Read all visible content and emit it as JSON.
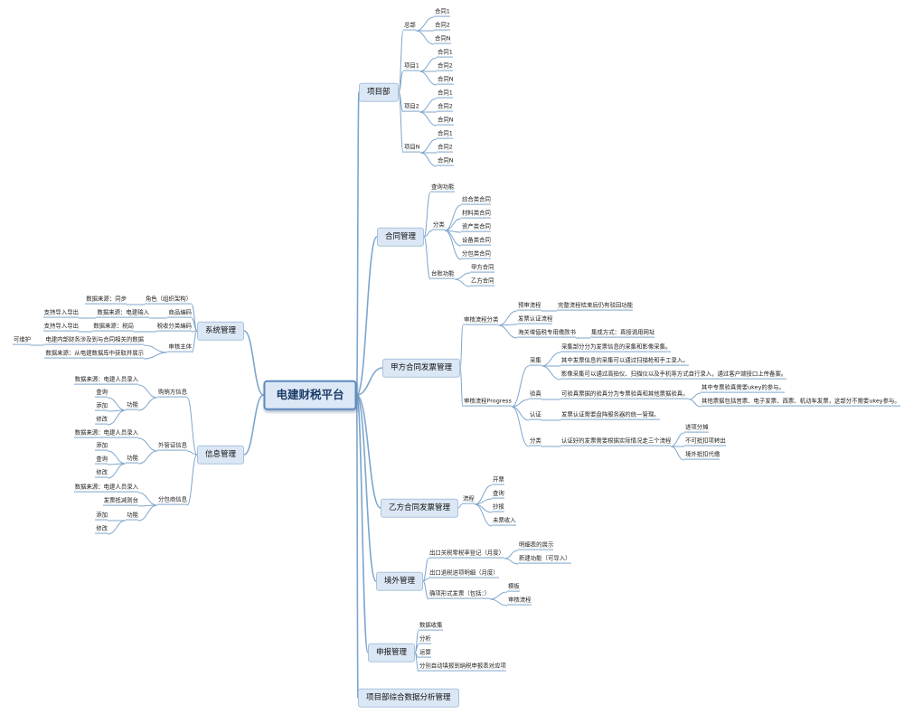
{
  "root": "电建财税平台",
  "colors": {
    "link": "#7ea6cc",
    "branch_fill": "#dbe7f4",
    "root_border": "#5f8bbf"
  },
  "branches": {
    "项目部": {
      "label": "项目部",
      "总部": "总部",
      "项目1": "项目1",
      "项目2": "项目2",
      "项目N": "项目N",
      "合同1": "合同1",
      "合同2": "合同2",
      "合同N": "合同N"
    },
    "合同管理": {
      "label": "合同管理",
      "查询功能": "查询功能",
      "分类": "分类",
      "综合类合同": "综合类合同",
      "材料类合同": "材料类合同",
      "资产类合同": "资产类合同",
      "设备类合同": "设备类合同",
      "分包类合同": "分包类合同",
      "台账功能": "台账功能",
      "甲方合同": "甲方合同",
      "乙方合同": "乙方合同"
    },
    "甲方合同发票管理": {
      "label": "甲方合同发票管理",
      "审核流程分类": "审核流程分类",
      "预审流程": "预审流程",
      "完整流程结束后仍有驳回功能": "完整流程结束后仍有驳回功能",
      "发票认证流程": "发票认证流程",
      "海关增值税专用缴款书": "海关增值税专用缴款书",
      "集成方式：直接调用网址": "集成方式：直接调用网址",
      "审核流程Progress": "审核流程Progress",
      "采集": "采集",
      "采集部分分为发票信息的采集和影像采集。": "采集部分分为发票信息的采集和影像采集。",
      "其中发票信息的采集可以通过扫描枪和手工录入。": "其中发票信息的采集可以通过扫描枪和手工录入。",
      "影像采集可以通过高拍仪、扫描仪以及手机等方式自行录入，通过客户端接口上传备案。": "影像采集可以通过高拍仪、扫描仪以及手机等方式自行录入，通过客户端接口上传备案。",
      "验真": "验真",
      "可验真票据的验真分为专票验真和其他票据验真。": "可验真票据的验真分为专票验真和其他票据验真。",
      "其中专票验真需要ukey的参与。": "其中专票验真需要ukey的参与。",
      "其他票据包括普票、电子发票、西票、机动车发票，这部分不需要ukey参与。": "其他票据包括普票、电子发票、西票、机动车发票，这部分不需要ukey参与。",
      "认证": "认证",
      "发票认证需要盘阵服务器的统一管理。": "发票认证需要盘阵服务器的统一管理。",
      "分类": "分类",
      "认证好的发票需要根据实际情况走三个流程": "认证好的发票需要根据实际情况走三个流程",
      "进项分摊": "进项分摊",
      "不可抵扣项转出": "不可抵扣项转出",
      "境外抵扣代缴": "境外抵扣代缴"
    },
    "乙方合同发票管理": {
      "label": "乙方合同发票管理",
      "流程": "流程",
      "开票": "开票",
      "查询": "查询",
      "抄报": "抄报",
      "未票收入": "未票收入"
    },
    "境外管理": {
      "label": "境外管理",
      "出口关税零税率登记（月度）": "出口关税零税率登记（月度）",
      "明细表的展示": "明细表的展示",
      "新建功能（可导入）": "新建功能（可导入）",
      "出口退税进项明细（月度）": "出口退税进项明细（月度）",
      "确项形式发票（包括：）": "确项形式发票（包括：）",
      "模板": "模板",
      "审核流程": "审核流程"
    },
    "申报管理": {
      "label": "申报管理",
      "数据收集": "数据收集",
      "分析": "分析",
      "运算": "运算",
      "分别自动填报到纳税申报表对应项": "分别自动填报到纳税申报表对应项"
    },
    "项目部综合数据分析管理": {
      "label": "项目部综合数据分析管理"
    },
    "系统管理": {
      "label": "系统管理",
      "角色（组织架构）": "角色（组织架构）",
      "数据来源：同步": "数据来源：同步",
      "商品编码": "商品编码",
      "数据来源：电建输入": "数据来源：电建输入",
      "支持导入导出": "支持导入导出",
      "税收分类编码": "税收分类编码",
      "数据来源：税局": "数据来源：税局",
      "审核主体": "审核主体",
      "电建内部财务涉及到与合同相关的数据": "电建内部财务涉及到与合同相关的数据",
      "可维护": "可维护",
      "数据来源：从电建数据库中获取并展示": "数据来源：从电建数据库中获取并展示"
    },
    "信息管理": {
      "label": "信息管理",
      "购销方信息": "购销方信息",
      "外管证信息": "外管证信息",
      "分包商信息": "分包商信息",
      "数据来源：电建人员录入": "数据来源：电建人员录入",
      "功能": "功能",
      "查询": "查询",
      "添加": "添加",
      "修改": "修改",
      "发票抵减则台": "发票抵减则台"
    }
  }
}
